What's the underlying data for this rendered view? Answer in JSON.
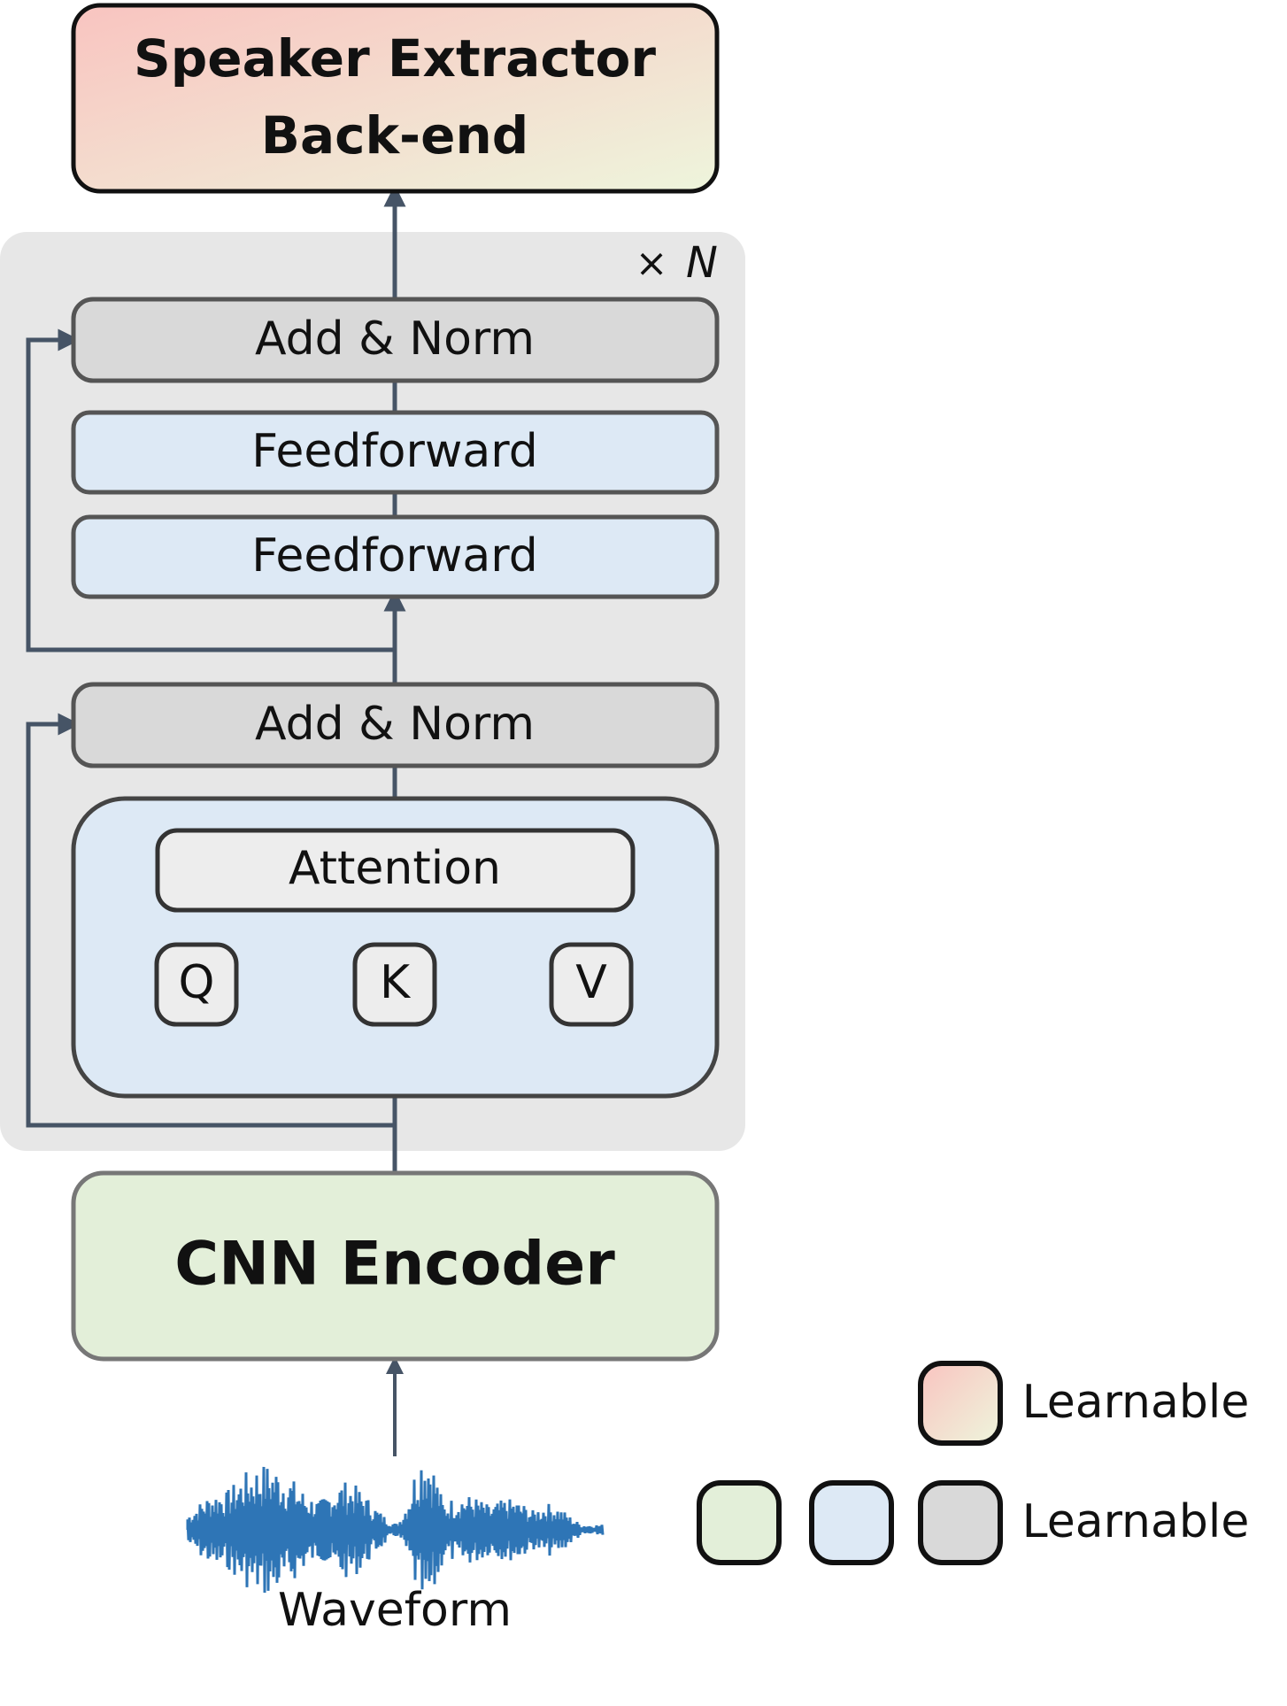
{
  "blocks": {
    "backend_line1": "Speaker Extractor",
    "backend_line2": "Back-end",
    "add_norm_top": "Add & Norm",
    "feedforward_top": "Feedforward",
    "feedforward_bottom": "Feedforward",
    "add_norm_bottom": "Add & Norm",
    "attention": "Attention",
    "q": "Q",
    "k": "K",
    "v": "V",
    "cnn_encoder": "CNN Encoder",
    "repeat_times": "×",
    "repeat_n": "N",
    "waveform": "Waveform"
  },
  "legend": {
    "row1_label": "Learnable",
    "row2_label": "Learnable"
  },
  "colors": {
    "backend_gradient_start": "#f9c4c0",
    "backend_gradient_end": "#eef5dc",
    "norm_fill": "#d9d9d9",
    "feedforward_fill": "#dde9f5",
    "attention_block_fill": "#dde9f5",
    "attention_fill": "#ededed",
    "qkv_fill": "#ededed",
    "encoder_fill": "#e3efd9",
    "stack_bg": "#e7e7e7",
    "arrow": "#465466",
    "waveform": "#2e75b6"
  }
}
